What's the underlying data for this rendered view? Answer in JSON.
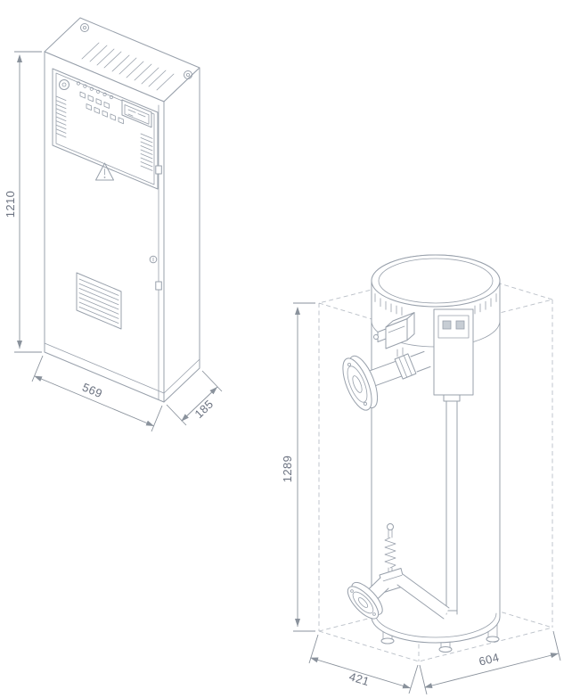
{
  "drawing": {
    "title": "dimensional technical drawing",
    "background_color": "#ffffff",
    "line_color": "#98a0ab",
    "dashed_box_color": "#b9bfc7",
    "dimension_color": "#8a929c",
    "text_color": "#6b7280",
    "cabinet": {
      "name": "control cabinet isometric view",
      "dims": {
        "height": "1210",
        "width": "569",
        "depth": "185"
      }
    },
    "vessel": {
      "name": "cylindrical heater vessel with valves isometric view",
      "dims": {
        "height": "1289",
        "depth": "421",
        "width": "604"
      }
    }
  }
}
